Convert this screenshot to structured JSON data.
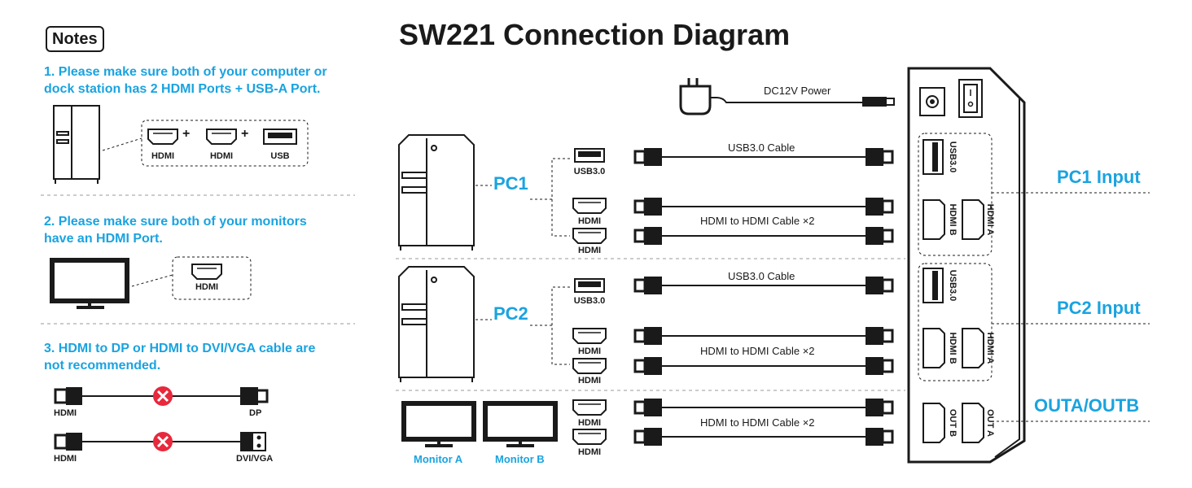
{
  "notes": {
    "tag": "Notes",
    "note1": {
      "line1": "1. Please make sure both of your computer or",
      "line2": "dock station has 2 HDMI Ports + USB-A Port.",
      "ports": [
        "HDMI",
        "HDMI",
        "USB"
      ],
      "plus": "+"
    },
    "note2": {
      "line1": "2. Please make sure both of your monitors",
      "line2": "have an HDMI Port.",
      "port": "HDMI"
    },
    "note3": {
      "line1": "3. HDMI to DP or HDMI to DVI/VGA cable are",
      "line2": "not recommended.",
      "cable1": {
        "from": "HDMI",
        "to": "DP"
      },
      "cable2": {
        "from": "HDMI",
        "to": "DVI/VGA"
      }
    }
  },
  "diagram": {
    "title": "SW221 Connection Diagram",
    "power_label": "DC12V Power",
    "pc1": {
      "name": "PC1",
      "usb_port": "USB3.0",
      "usb_cable": "USB3.0 Cable",
      "hdmi_a": "HDMI",
      "hdmi_b": "HDMI",
      "hdmi_cable": "HDMI to HDMI Cable ×2",
      "input_label": "PC1 Input"
    },
    "pc2": {
      "name": "PC2",
      "usb_port": "USB3.0",
      "usb_cable": "USB3.0 Cable",
      "hdmi_a": "HDMI",
      "hdmi_b": "HDMI",
      "hdmi_cable": "HDMI to HDMI Cable ×2",
      "input_label": "PC2 Input"
    },
    "monitors": {
      "a": "Monitor A",
      "b": "Monitor B",
      "hdmi_a": "HDMI",
      "hdmi_b": "HDMI",
      "hdmi_cable": "HDMI to HDMI Cable ×2",
      "output_label": "OUTA/OUTB"
    },
    "switch_ports": {
      "pc1_usb": "USB3.0",
      "pc1_hdmi_a": "HDMI A",
      "pc1_hdmi_b": "HDMI B",
      "pc2_usb": "USB3.0",
      "pc2_hdmi_a": "HDMI A",
      "pc2_hdmi_b": "HDMI B",
      "out_a": "OUT A",
      "out_b": "OUT B"
    },
    "colors": {
      "accent": "#1aa3e0",
      "error": "#e8283c",
      "ink": "#1a1a1a"
    }
  }
}
